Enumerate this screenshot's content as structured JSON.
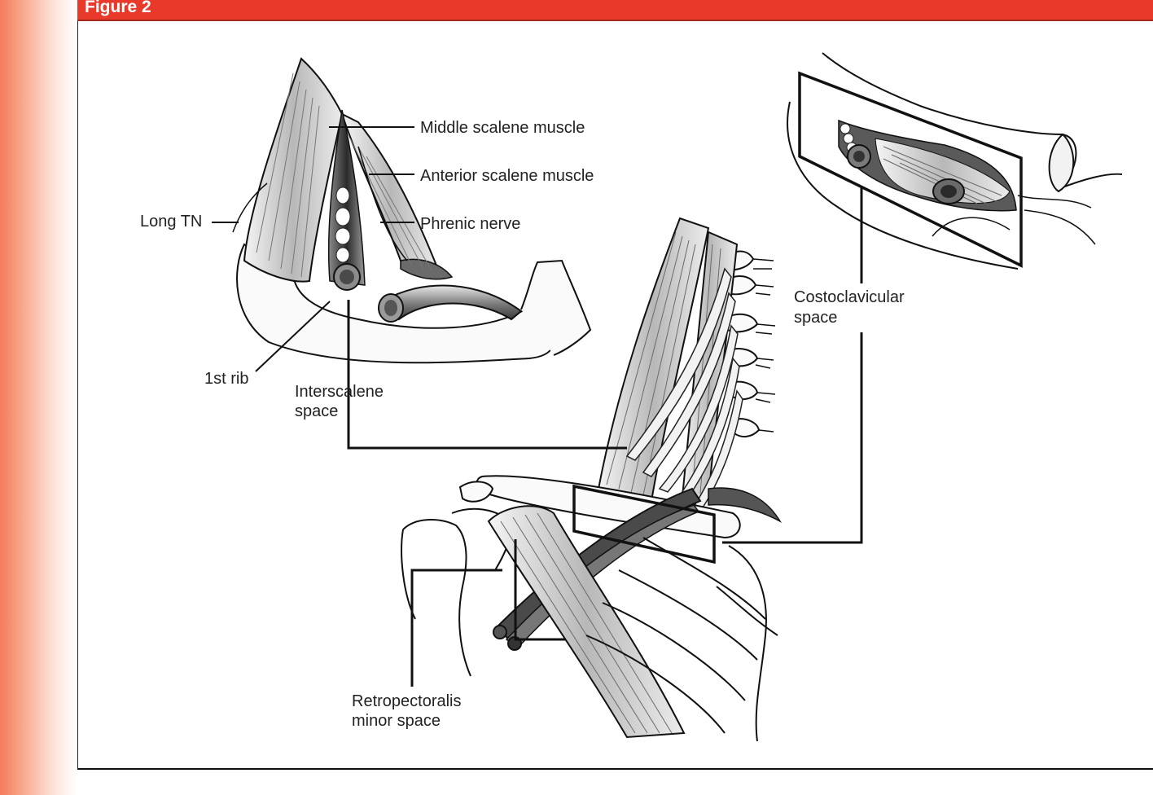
{
  "header": {
    "figure_label": "Figure 2"
  },
  "labels": {
    "middle_scalene": "Middle scalene muscle",
    "anterior_scalene": "Anterior scalene muscle",
    "phrenic_nerve": "Phrenic nerve",
    "long_tn": "Long TN",
    "first_rib": "1st rib",
    "interscalene_1": "Interscalene",
    "interscalene_2": "space",
    "costoclavicular_1": "Costoclavicular",
    "costoclavicular_2": "space",
    "retropectoralis_1": "Retropectoralis",
    "retropectoralis_2": "minor space"
  },
  "colors": {
    "header": "#e8392a",
    "side_gradient": "#f47b5a"
  }
}
